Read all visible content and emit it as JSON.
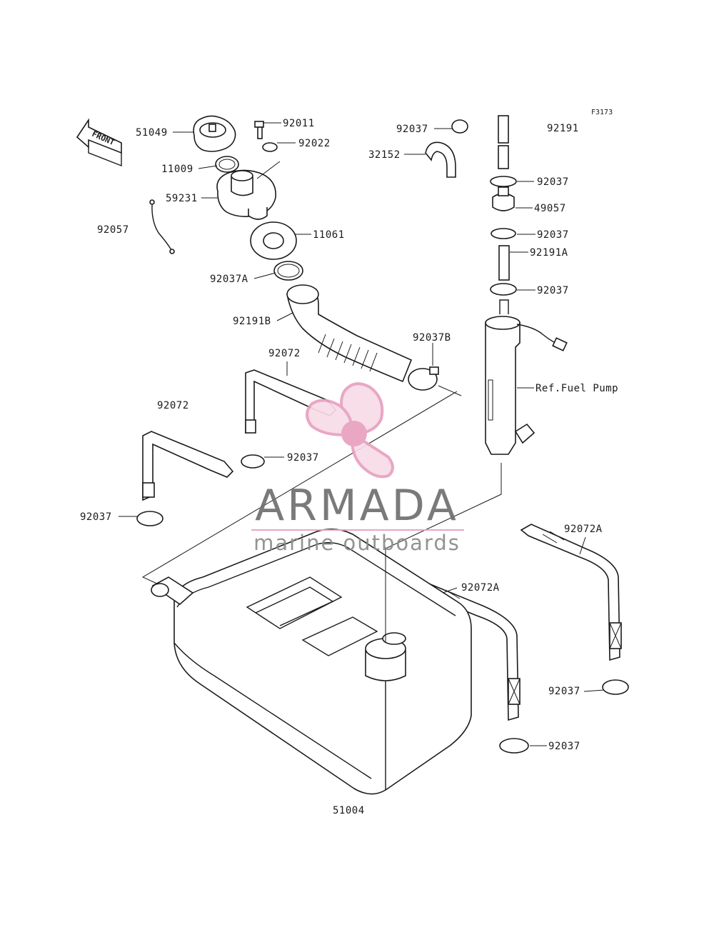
{
  "figure_code": "F3173",
  "front_marker": "FRONT",
  "parts": {
    "p51049": "51049",
    "p11009": "11009",
    "p59231": "59231",
    "p92057": "92057",
    "p92011": "92011",
    "p92022": "92022",
    "p11061": "11061",
    "p92037A": "92037A",
    "p92191B": "92191B",
    "p92037B": "92037B",
    "p92072_upper": "92072",
    "p92072_left": "92072",
    "p92037_strap_upper": "92037",
    "p92037_strap_left": "92037",
    "p92037_top": "92037",
    "p32152": "32152",
    "p92191": "92191",
    "p92037_pump1": "92037",
    "p49057": "49057",
    "p92037_pump2": "92037",
    "p92191A": "92191A",
    "p92037_pump3": "92037",
    "ref_fuel_pump": "Ref.Fuel Pump",
    "p92072A_right": "92072A",
    "p92072A_mid": "92072A",
    "p92037_right": "92037",
    "p92037_mid": "92037",
    "p51004": "51004"
  },
  "watermark": {
    "brand": "ARMADA",
    "tagline": "marine outboards",
    "logo_color": "#e8a0bf",
    "text_color": "#6f6f6f"
  }
}
